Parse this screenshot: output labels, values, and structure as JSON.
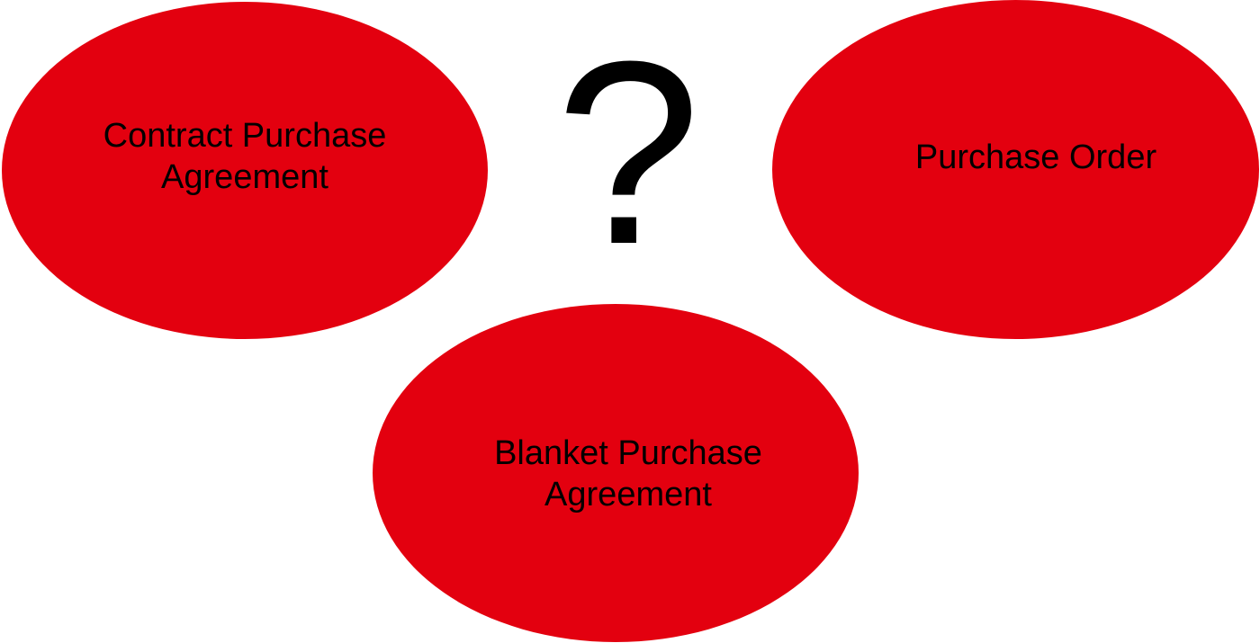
{
  "diagram": {
    "nodes": [
      {
        "id": "contract",
        "label_line1": "Contract Purchase",
        "label_line2": "Agreement"
      },
      {
        "id": "po",
        "label_line1": "Purchase Order"
      },
      {
        "id": "blanket",
        "label_line1": "Blanket Purchase",
        "label_line2": "Agreement"
      }
    ],
    "center_symbol": "?",
    "colors": {
      "node_fill": "#e3000f",
      "text": "#000000",
      "background": "#ffffff"
    }
  }
}
